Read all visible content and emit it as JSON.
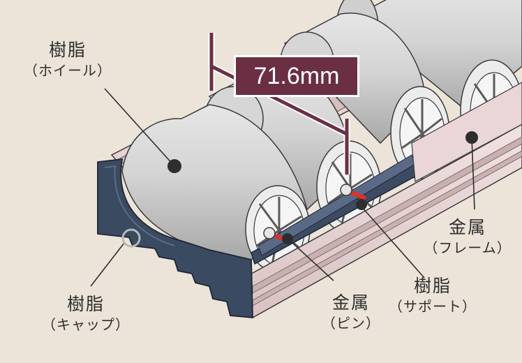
{
  "dimension": {
    "value": "71.6mm"
  },
  "labels": {
    "wheel": {
      "main": "樹脂",
      "sub": "（ホイール）"
    },
    "cap": {
      "main": "樹脂",
      "sub": "（キャップ）"
    },
    "pin": {
      "main": "金属",
      "sub": "（ピン）"
    },
    "support": {
      "main": "樹脂",
      "sub": "（サポート）"
    },
    "frame": {
      "main": "金属",
      "sub": "（フレーム）"
    }
  },
  "colors": {
    "background": "#ece4d8",
    "accent": "#6b2f44",
    "roller": "#d3d3d3",
    "cap": "#36475f",
    "frame": "#ebd9d9",
    "pin": "#e0302a"
  }
}
